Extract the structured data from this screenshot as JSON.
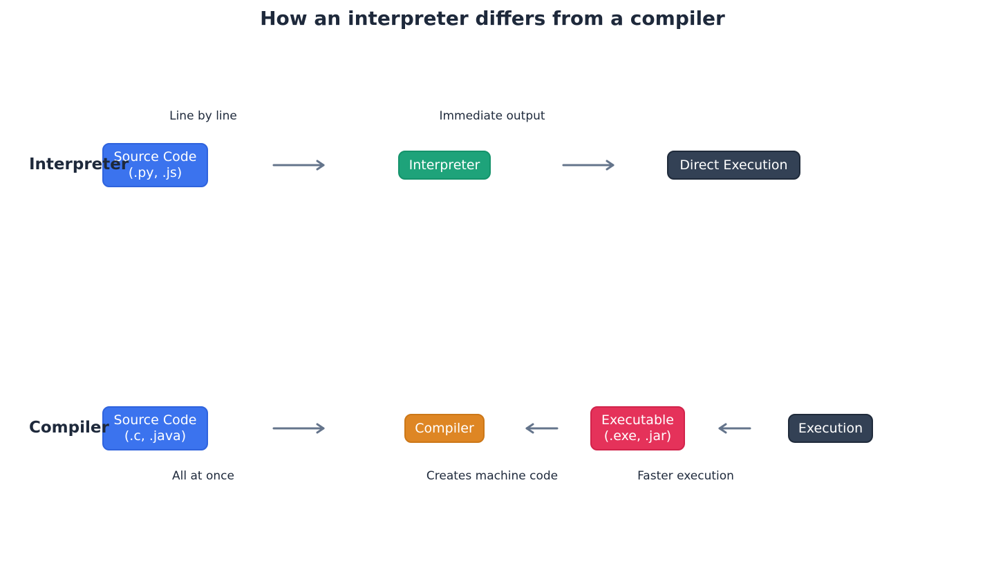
{
  "title": "How an interpreter differs from a compiler",
  "interpreter": {
    "label": "Interpreter",
    "source": {
      "line1": "Source Code",
      "line2": "(.py, .js)"
    },
    "processor": "Interpreter",
    "result": "Direct Execution",
    "note_left": "Line by line",
    "note_mid": "Immediate output"
  },
  "compiler": {
    "label": "Compiler",
    "source": {
      "line1": "Source Code",
      "line2": "(.c, .java)"
    },
    "processor": "Compiler",
    "executable": {
      "line1": "Executable",
      "line2": "(.exe, .jar)"
    },
    "result": "Execution",
    "note_left": "All at once",
    "note_mid": "Creates machine code",
    "note_right": "Faster execution"
  },
  "colors": {
    "source": "#3b73ee",
    "interpreter": "#1ea37a",
    "compiler": "#de8624",
    "executable": "#e5325a",
    "execution": "#334155",
    "arrow": "#64748b",
    "text": "#1e293b"
  }
}
